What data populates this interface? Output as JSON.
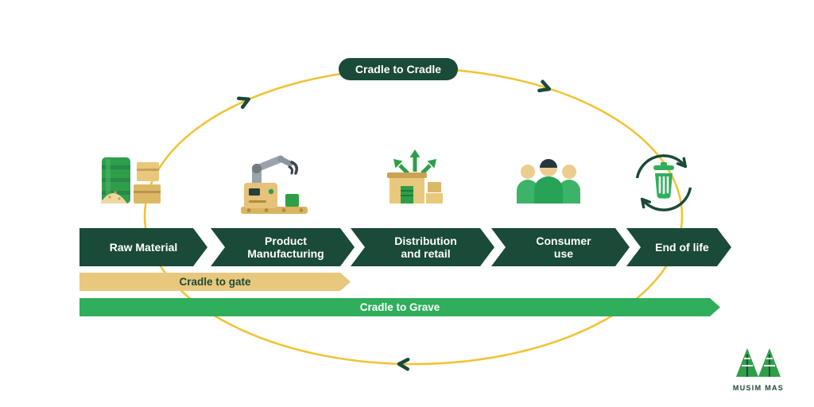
{
  "colors": {
    "dark_green": "#1a4a38",
    "bright_green": "#2fae5b",
    "mid_green": "#2f9e49",
    "yellow_arc": "#f1c232",
    "tan": "#e8c87d"
  },
  "cycle": {
    "top_label": "Cradle to Cradle"
  },
  "stages": [
    {
      "label": "Raw Material",
      "icon": "raw-material-icon"
    },
    {
      "label": "Product\nManufacturing",
      "icon": "manufacturing-robot-icon"
    },
    {
      "label": "Distribution\nand retail",
      "icon": "warehouse-distribution-icon"
    },
    {
      "label": "Consumer\nuse",
      "icon": "consumers-icon"
    },
    {
      "label": "End of life",
      "icon": "recycle-bin-icon"
    }
  ],
  "spans": {
    "gate": "Cradle to gate",
    "grave": "Cradle to Grave"
  },
  "logo": {
    "wordmark": "MUSIM MAS"
  }
}
